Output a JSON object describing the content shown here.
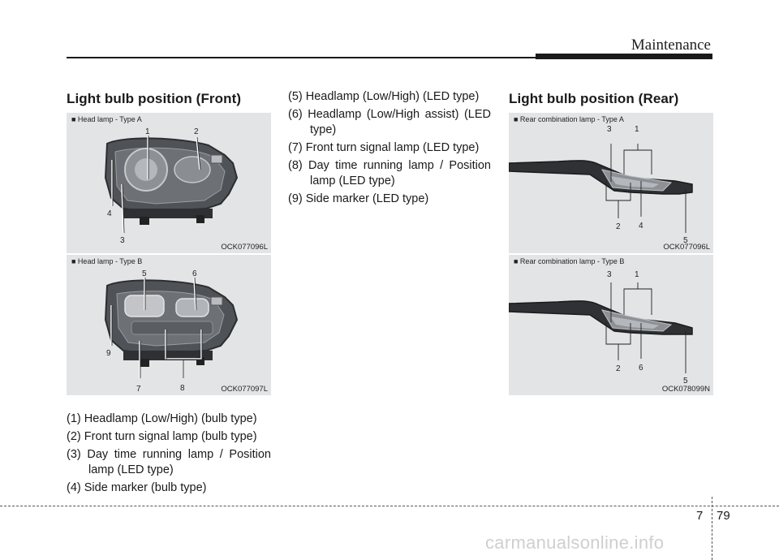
{
  "header": {
    "title": "Maintenance"
  },
  "front": {
    "title": "Light bulb position (Front)",
    "panel_a": {
      "caption": "■  Head lamp - Type A",
      "code": "OCK077096L",
      "callouts": [
        "1",
        "2",
        "4",
        "3"
      ]
    },
    "panel_b": {
      "caption": "■  Head lamp - Type B",
      "code": "OCK077097L",
      "callouts": [
        "5",
        "6",
        "9",
        "7",
        "8"
      ]
    },
    "items": [
      {
        "num": "(1)",
        "text": "Headlamp (Low/High) (bulb type)"
      },
      {
        "num": "(2)",
        "text": "Front turn signal lamp (bulb type)"
      },
      {
        "num": "(3)",
        "text": "Day time running lamp / Position lamp (LED type)"
      },
      {
        "num": "(4)",
        "text": "Side marker (bulb type)"
      }
    ]
  },
  "middle": {
    "items": [
      {
        "num": "(5)",
        "text": "Headlamp (Low/High) (LED type)"
      },
      {
        "num": "(6)",
        "text": "Headlamp (Low/High assist) (LED type)"
      },
      {
        "num": "(7)",
        "text": "Front turn signal lamp (LED type)"
      },
      {
        "num": "(8)",
        "text": "Day time running lamp / Position lamp (LED type)"
      },
      {
        "num": "(9)",
        "text": "Side marker (LED type)"
      }
    ]
  },
  "rear": {
    "title": "Light bulb position (Rear)",
    "panel_a": {
      "caption": "■  Rear combination lamp - Type A",
      "code": "OCK077096L",
      "callouts": [
        "3",
        "1",
        "2",
        "4",
        "5"
      ]
    },
    "panel_b": {
      "caption": "■  Rear combination lamp - Type B",
      "code": "OCK078099N",
      "callouts": [
        "3",
        "1",
        "2",
        "6",
        "5"
      ]
    }
  },
  "footer": {
    "chapter": "7",
    "page": "79",
    "watermark": "carmanualsonline.info"
  }
}
